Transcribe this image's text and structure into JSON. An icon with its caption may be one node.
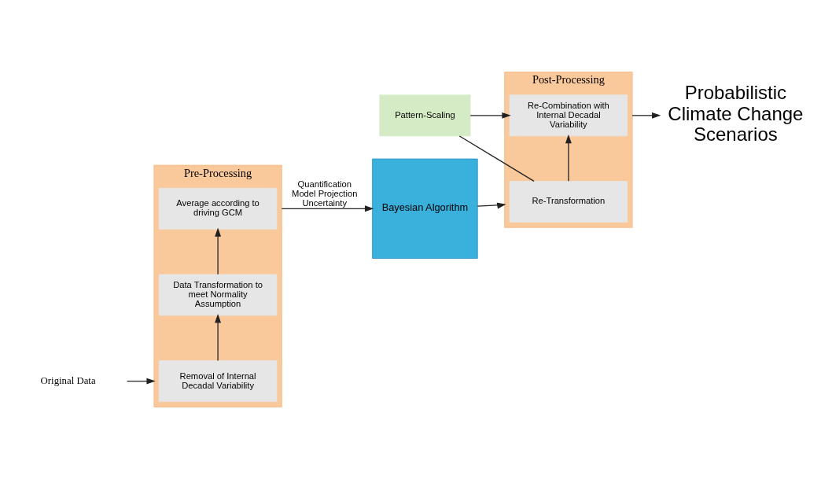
{
  "diagram": {
    "nodes": [
      {
        "text": [
          "Original Data"
        ]
      },
      {
        "text": [
          "Pre-Processing"
        ]
      },
      {
        "text": [
          "Removal of Internal Decadal Variability"
        ],
        "in": 1
      },
      {
        "text": [
          "Data Transformation to meet Normality Assumption"
        ],
        "in": 1
      },
      {
        "text": [
          "Average according to driving GCM"
        ],
        "in": 1
      },
      {
        "text": [
          "Bayesian Algorithm"
        ]
      },
      {
        "text": [
          "Post-Processing"
        ]
      },
      {
        "text": [
          "Re-Transformation"
        ],
        "in": 6
      },
      {
        "text": [
          "Re-Combination with Internal Decadal Variability"
        ],
        "in": 6
      },
      {
        "text": [
          "Pattern-Scaling"
        ]
      },
      {
        "text": [
          "Probabilistic Climate Change Scenarios"
        ]
      }
    ],
    "edges": [
      {
        "from": 0,
        "to": 1,
        "arrow": "to"
      },
      {
        "from": 2,
        "to": 3,
        "arrow": "to"
      },
      {
        "from": 3,
        "to": 4,
        "arrow": "to"
      },
      {
        "from": 1,
        "to": 5,
        "arrow": "to",
        "label": "Quantification Model Projection Uncertainty"
      },
      {
        "from": 5,
        "to": 6,
        "arrow": "to"
      },
      {
        "from": 7,
        "to": 8,
        "arrow": "to"
      },
      {
        "from": 9,
        "to": 7,
        "arrow": "none"
      },
      {
        "from": 9,
        "to": 8,
        "arrow": "to"
      },
      {
        "from": 6,
        "to": 10,
        "arrow": "to"
      }
    ]
  }
}
